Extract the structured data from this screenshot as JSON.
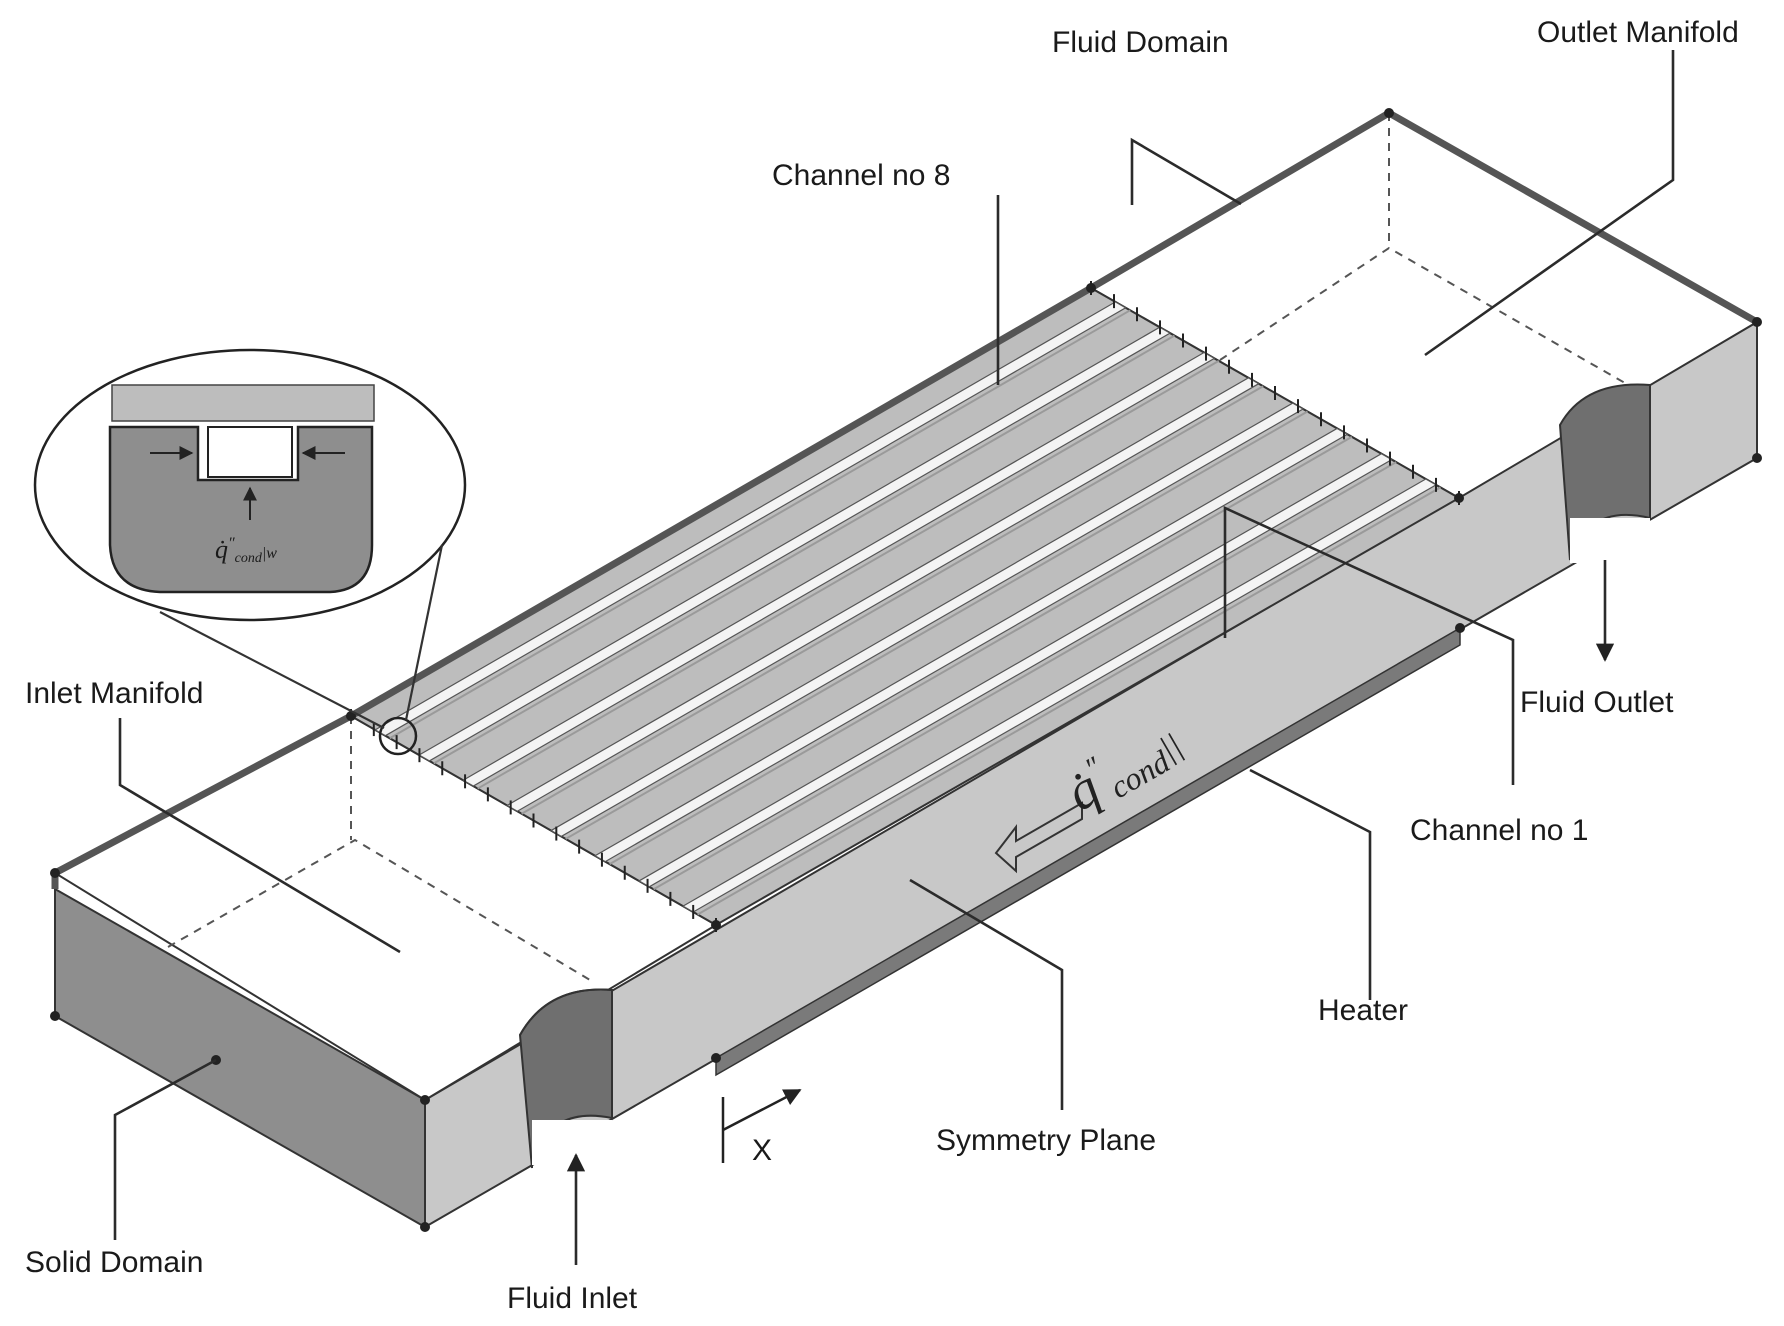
{
  "labels": {
    "fluid_domain": "Fluid Domain",
    "outlet_manifold": "Outlet Manifold",
    "channel_8": "Channel no 8",
    "inlet_manifold": "Inlet Manifold",
    "fluid_outlet": "Fluid Outlet",
    "channel_1": "Channel no 1",
    "heater": "Heater",
    "symmetry_plane": "Symmetry Plane",
    "solid_domain": "Solid Domain",
    "fluid_inlet": "Fluid Inlet",
    "x_axis": "X"
  },
  "heat_flux": {
    "base": "q̇",
    "prime": "″",
    "subscript": "cond",
    "suffix": "||"
  },
  "inset": {
    "base": "q̇",
    "prime": "″",
    "subscript": "cond",
    "suffix": "|w"
  },
  "colors": {
    "top_face": "#bdbdbd",
    "side_face": "#c8c8c8",
    "dark_face": "#8e8e8e",
    "hole": "#6f6f6f",
    "heater_strip": "#7a7a7a"
  }
}
